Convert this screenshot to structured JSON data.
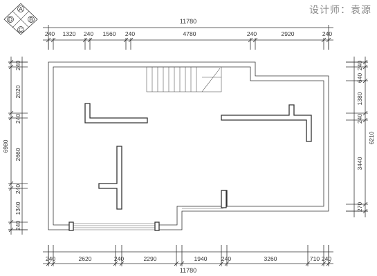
{
  "designer": "设计师：袁源",
  "compass": {
    "labels": {
      "top": "A",
      "right": "B",
      "bottom": "C",
      "left": "D"
    }
  },
  "dims": {
    "top_total": "11780",
    "top_segments": [
      "240",
      "1320",
      "240",
      "1560",
      "240",
      "4780",
      "240",
      "2920",
      "240"
    ],
    "bottom_total": "11780",
    "bottom_segments": [
      "240",
      "2620",
      "240",
      "2290",
      "1940",
      "240",
      "3260",
      "710",
      "240"
    ],
    "left_total": "6980",
    "left_segments": [
      "240",
      "2020",
      "240",
      "2660",
      "240",
      "1340",
      "240"
    ],
    "right_total": "6210",
    "right_segments": [
      "240",
      "640",
      "1380",
      "240",
      "3440",
      "270"
    ]
  }
}
